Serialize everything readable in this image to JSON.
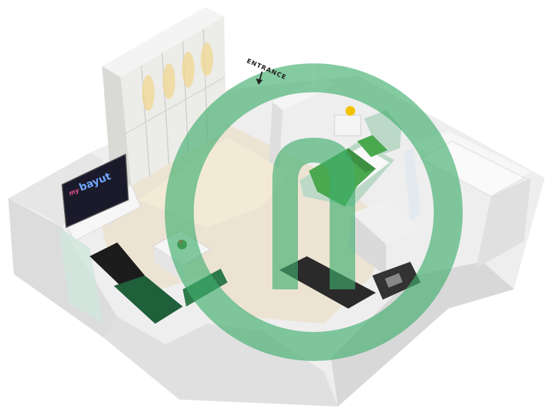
{
  "labels": {
    "entrance": "ENTRANCE",
    "tv_brand_prefix": "my",
    "tv_brand": "bayut"
  },
  "colors": {
    "wall": "#e9e9e9",
    "wall_shade": "#d4d4d4",
    "floor": "#ece3d3",
    "watermark": "#3fae6d",
    "bed_blanket": "#4aa84e",
    "bed_frame": "#bcd9c8",
    "sofa": "#1f5f3a",
    "counter": "#2a2a2a"
  },
  "icons": {
    "entrance_arrow": "arrow-down-icon",
    "watermark": "bayut-logo-watermark"
  }
}
